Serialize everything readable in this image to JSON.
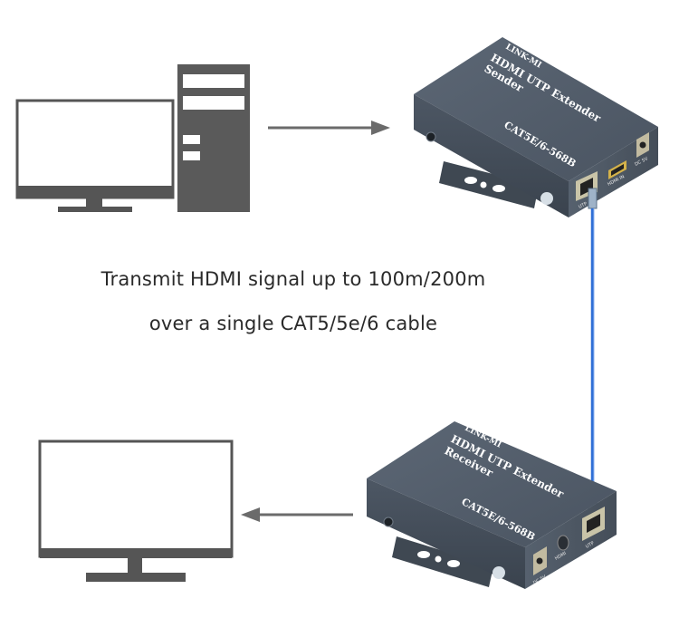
{
  "caption": {
    "line1": "Transmit HDMI signal up to 100m/200m",
    "line2": "over a single CAT5/5e/6 cable"
  },
  "sender": {
    "brand": "LINK-MI",
    "product": "HDMI  UTP Extender",
    "role": "Sender",
    "cable_spec": "CAT5E/6-568B",
    "port_rj45": "UTP",
    "port_hdmi": "HDMI IN",
    "port_dc": "DC 5V"
  },
  "receiver": {
    "brand": "LINK-MI",
    "product": "HDMI  UTP Extender",
    "role": "Receiver",
    "cable_spec": "CAT5E/6-568B",
    "port_rj45": "UTP",
    "port_hdmi": "HDMI",
    "port_dc": "DC 5V"
  },
  "colors": {
    "device_body": "#4f5a67",
    "device_dark": "#3c4550",
    "monitor_line": "#555555",
    "arrow": "#6b6b6b",
    "cable": "#2f6fd6"
  }
}
